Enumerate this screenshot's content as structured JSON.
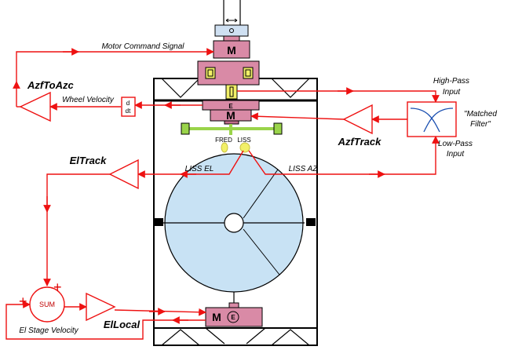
{
  "labels": {
    "motor_command_signal": "Motor Command Signal",
    "wheel_velocity": "Wheel Velocity",
    "high_pass_line1": "High-Pass",
    "high_pass_line2": "Input",
    "matched_filter_line1": "\"Matched",
    "matched_filter_line2": "Filter\"",
    "low_pass_line1": "Low-Pass",
    "low_pass_line2": "Input",
    "liss_el": "LISS EL",
    "liss_az": "LISS AZ",
    "fred": "FRED",
    "liss": "LISS",
    "el_stage_velocity": "El Stage Velocity",
    "sum": "SUM",
    "plus_top": "+",
    "plus_left": "+"
  },
  "amplifiers": {
    "azf_to_azc": "AzfToAzc",
    "azf_track": "AzfTrack",
    "el_track": "ElTrack",
    "el_local": "ElLocal"
  },
  "motors": {
    "top_motor": "M",
    "encoder_e": "E",
    "middle_motor": "M",
    "bottom_motor": "M",
    "bottom_encoder": "E"
  },
  "differentiator": {
    "top": "d",
    "bottom": "dt"
  },
  "colors": {
    "signal": "#ee1111",
    "motor": "#d98aa6",
    "motor_dark": "#c06c8c",
    "wheel": "#c8e2f4",
    "bracket": "#9ad44a",
    "top_coupler": "#cfe0f2",
    "sensor": "#f2f068"
  }
}
